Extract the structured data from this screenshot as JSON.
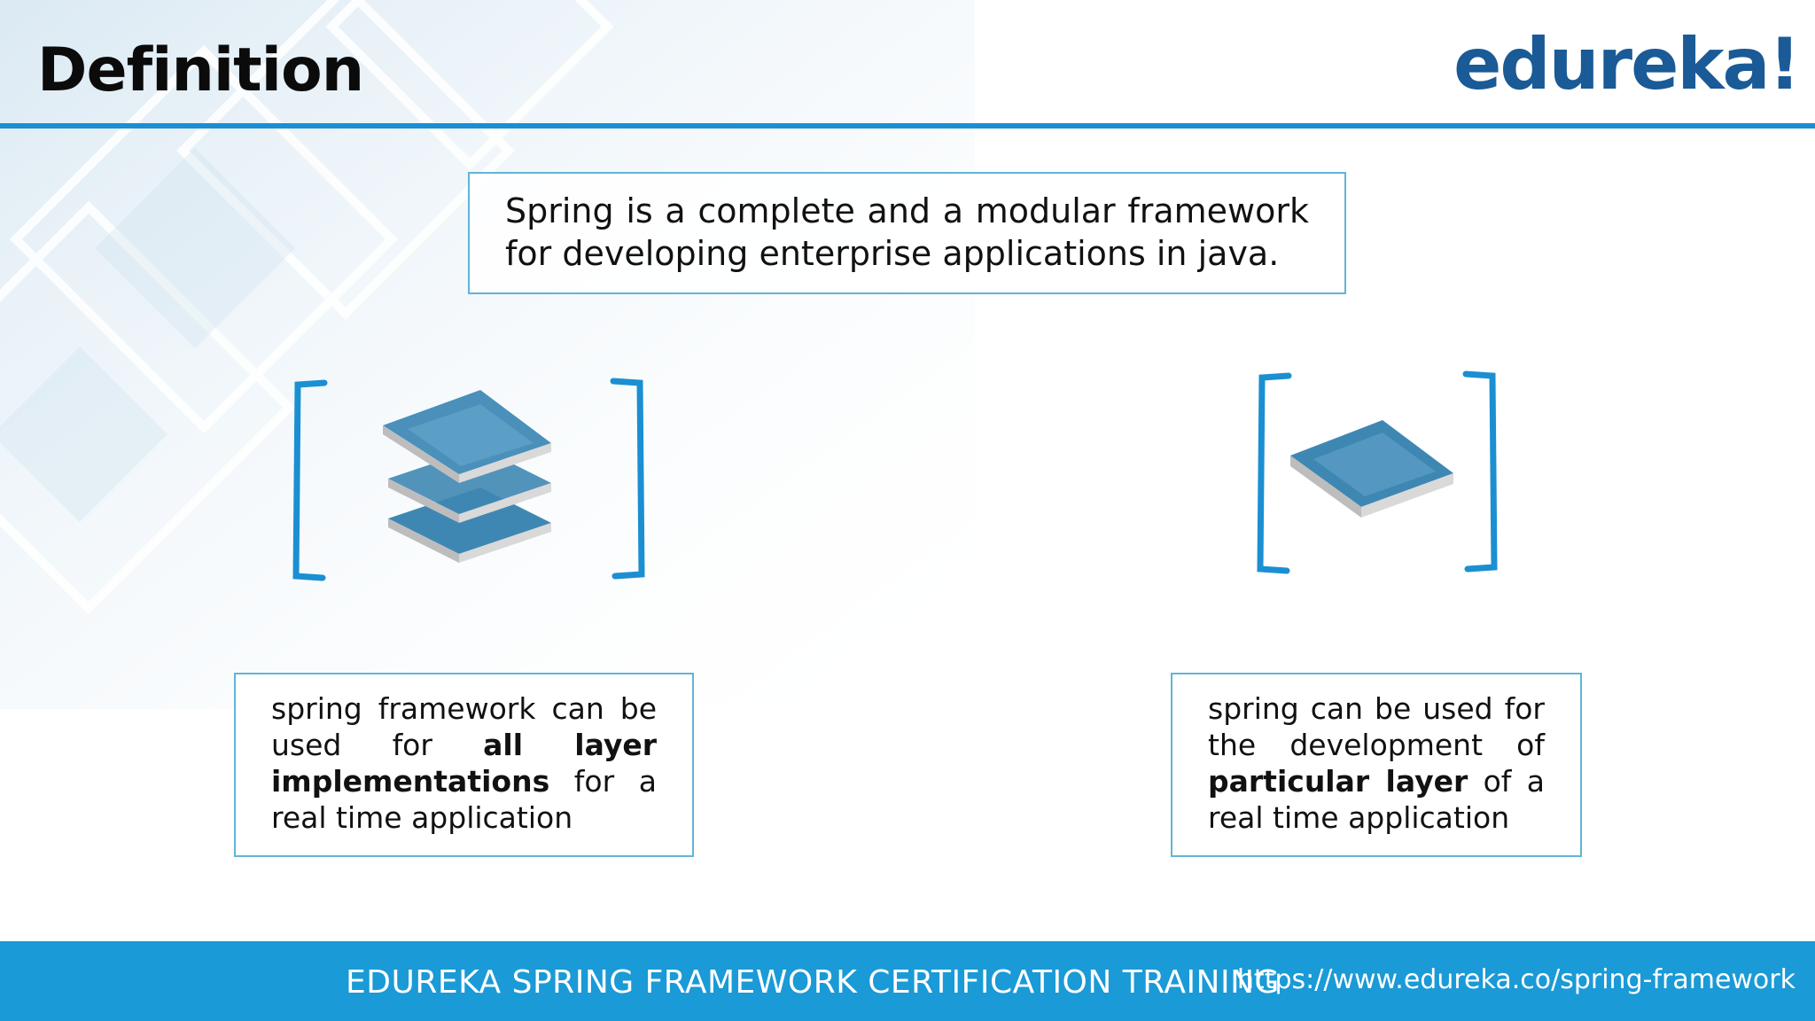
{
  "slide": {
    "title": "Definition",
    "logo": "edureka!",
    "definition": "Spring is a complete and a modular framework for developing enterprise applications in java."
  },
  "cards": {
    "left": {
      "before": "spring framework can be used for ",
      "bold": "all layer implementations",
      "after": " for a real time application",
      "icon": "stacked-layers-icon"
    },
    "right": {
      "before": "spring can be used for the development of ",
      "bold": "particular layer",
      "after": " of a real time application",
      "icon": "single-layer-icon"
    }
  },
  "footer": {
    "title": "EDUREKA SPRING FRAMEWORK CERTIFICATION TRAINING",
    "url": "https://www.edureka.co/spring-framework"
  },
  "colors": {
    "accent": "#1b8fd2",
    "footer_bg": "#1a9ad6",
    "logo": "#1a5a96",
    "box_border": "#62b4d6"
  }
}
